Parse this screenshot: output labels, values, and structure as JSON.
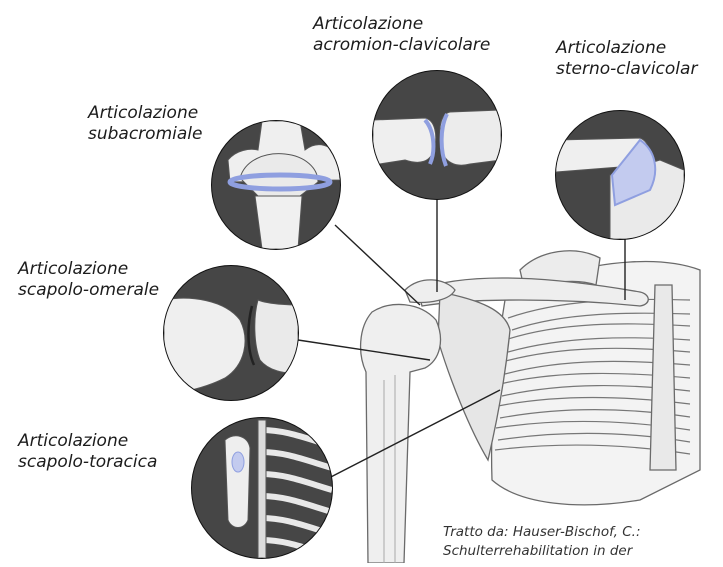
{
  "labels": {
    "acromion_clavicolare": [
      "Articolazione",
      "acromion-clavicolare"
    ],
    "sterno_clavicolare": [
      "Articolazione",
      "sterno-clavicolar"
    ],
    "subacromiale": [
      "Articolazione",
      "subacromiale"
    ],
    "scapolo_omerale": [
      "Articolazione",
      "scapolo-omerale"
    ],
    "scapolo_toracica": [
      "Articolazione",
      "scapolo-toracica"
    ]
  },
  "credit": [
    "Tratto da: Hauser-Bischof, C.:",
    "Schulterrehabilitation in der"
  ],
  "colors": {
    "circle_fill": "#3a3a3a",
    "bone": "#eeeeee",
    "bone_stroke": "#555555",
    "cartilage_blue": "#8f9fe0",
    "line": "#222222"
  }
}
